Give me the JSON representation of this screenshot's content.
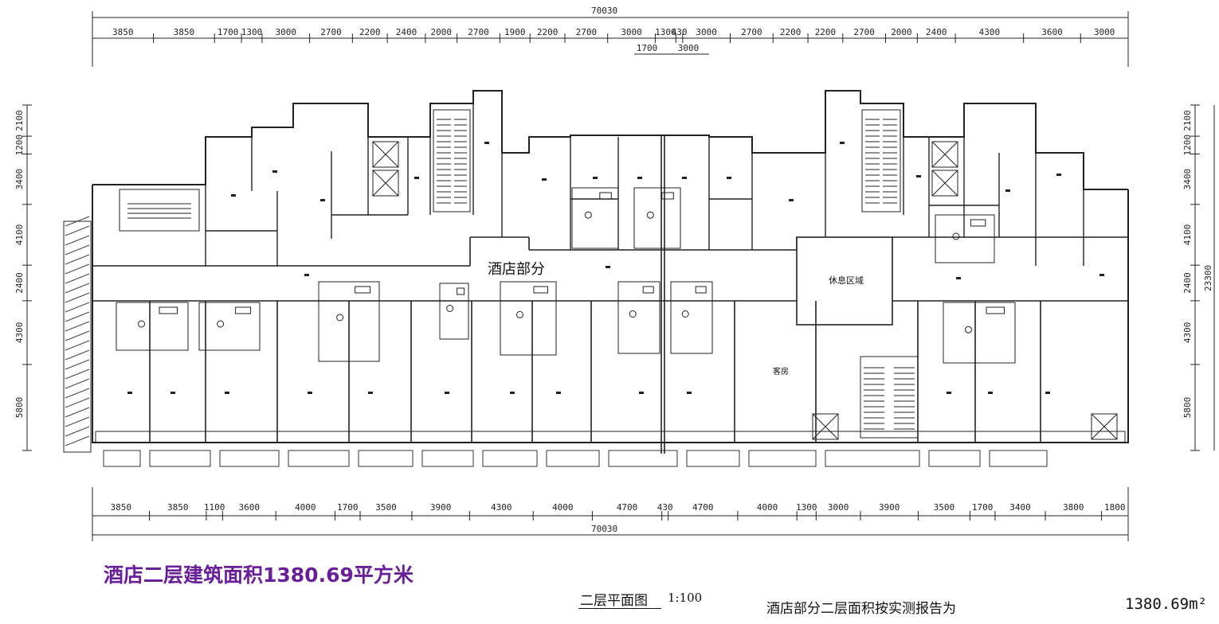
{
  "drawing": {
    "overall_width": "70030",
    "overall_depth": "23300",
    "top_dims": [
      "3850",
      "3850",
      "1700",
      "1300",
      "3000",
      "2700",
      "2200",
      "2400",
      "2000",
      "2700",
      "1900",
      "2200",
      "2700",
      "3000",
      "1300",
      "430",
      "3000",
      "2700",
      "2200",
      "2200",
      "2700",
      "2000",
      "2400",
      "4300",
      "3600",
      "3000"
    ],
    "top_sub_dims": [
      "1700",
      "3000"
    ],
    "bottom_dims": [
      "3850",
      "3850",
      "1100",
      "3600",
      "4000",
      "1700",
      "3500",
      "3900",
      "4300",
      "4000",
      "4700",
      "430",
      "4700",
      "4000",
      "1300",
      "3000",
      "3900",
      "3500",
      "1700",
      "3400",
      "3800",
      "1800"
    ],
    "left_dims": [
      "2100",
      "1200",
      "3400",
      "4100",
      "2400",
      "4300",
      "5800"
    ],
    "right_dims": [
      "2100",
      "1200",
      "3400",
      "4100",
      "2400",
      "4300",
      "5800"
    ],
    "hotel_label": "酒店部分",
    "lounge_label": "休息区域",
    "guest_room_label": "客房"
  },
  "caption": "酒店二层建筑面积1380.69平方米",
  "sheet": {
    "title": "二层平面图",
    "scale": "1:100",
    "report_text": "酒店部分二层面积按实测报告为",
    "area_value": "1380.69m²"
  },
  "colors": {
    "caption": "#6a1f9a",
    "line": "#222222"
  }
}
